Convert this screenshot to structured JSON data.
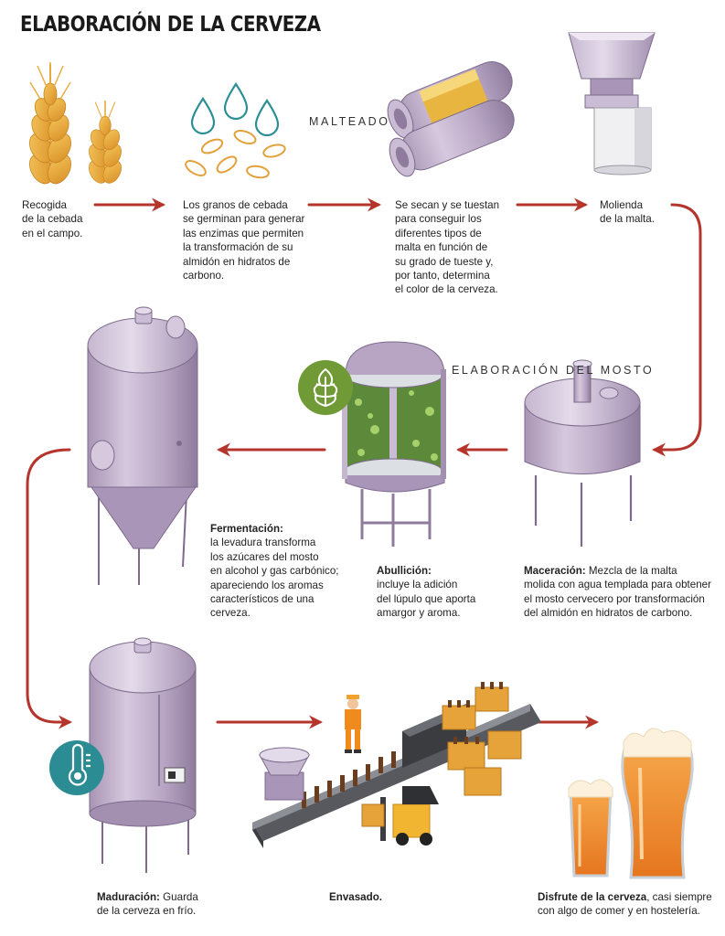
{
  "title": "ELABORACIÓN DE LA CERVEZA",
  "sections": {
    "malteado": "MALTEADO",
    "mosto_1": "ELABORACIÓN",
    "mosto_2": "DEL MOSTO"
  },
  "steps": {
    "recogida": [
      "Recogida",
      "de la cebada",
      "en el campo."
    ],
    "germinacion": [
      "Los granos de cebada",
      "se germinan para generar",
      "las enzimas que permiten",
      "la transformación de su",
      "almidón en hidratos de",
      "carbono."
    ],
    "secado": [
      "Se secan y se tuestan",
      "para conseguir los",
      "diferentes tipos de",
      "malta en función de",
      "su grado de tueste y,",
      "por tanto, determina",
      "el color de la cerveza."
    ],
    "molienda": [
      "Molienda",
      "de la malta."
    ],
    "fermentacion": {
      "label": "Fermentación:",
      "lines": [
        "la levadura transforma",
        "los azúcares del mosto",
        "en alcohol y gas carbónico;",
        "apareciendo los aromas",
        "característicos de una",
        "cerveza."
      ]
    },
    "abullicion": {
      "label": "Abullición:",
      "lines": [
        "incluye la adición",
        "del lúpulo que aporta",
        "amargor y aroma."
      ]
    },
    "maceracion": {
      "label": "Maceración:",
      "first": " Mezcla de la malta",
      "lines": [
        "molida con agua templada para obtener",
        "el mosto cervecero por transformación",
        "del almidón en hidratos de carbono."
      ]
    },
    "maduracion": {
      "label": "Maduración:",
      "first": " Guarda",
      "lines": [
        "de la cerveza en frío."
      ]
    },
    "envasado": {
      "label": "Envasado."
    },
    "disfrute": {
      "label": "Disfrute de la cerveza",
      "first": ", casi siempre",
      "lines": [
        "con algo de comer y en hostelería."
      ]
    }
  },
  "colors": {
    "arrow": "#b5352c",
    "tank": "#b8a6c4",
    "wheat": "#e9a93a",
    "drop": "#2d8f96",
    "hop_badge": "#6f9a35",
    "thermo_badge": "#2c8c93",
    "beer": "#ef8a2c"
  },
  "icons": [
    "wheat-icon",
    "water-drop-icon",
    "seed-icon",
    "roaster-drum-icon",
    "grain-mill-icon",
    "fermentation-tank-icon",
    "boiling-kettle-icon",
    "hop-icon",
    "mash-tun-icon",
    "maturation-tank-icon",
    "thermometer-icon",
    "bottling-line-icon",
    "forklift-icon",
    "beer-glass-icon"
  ]
}
